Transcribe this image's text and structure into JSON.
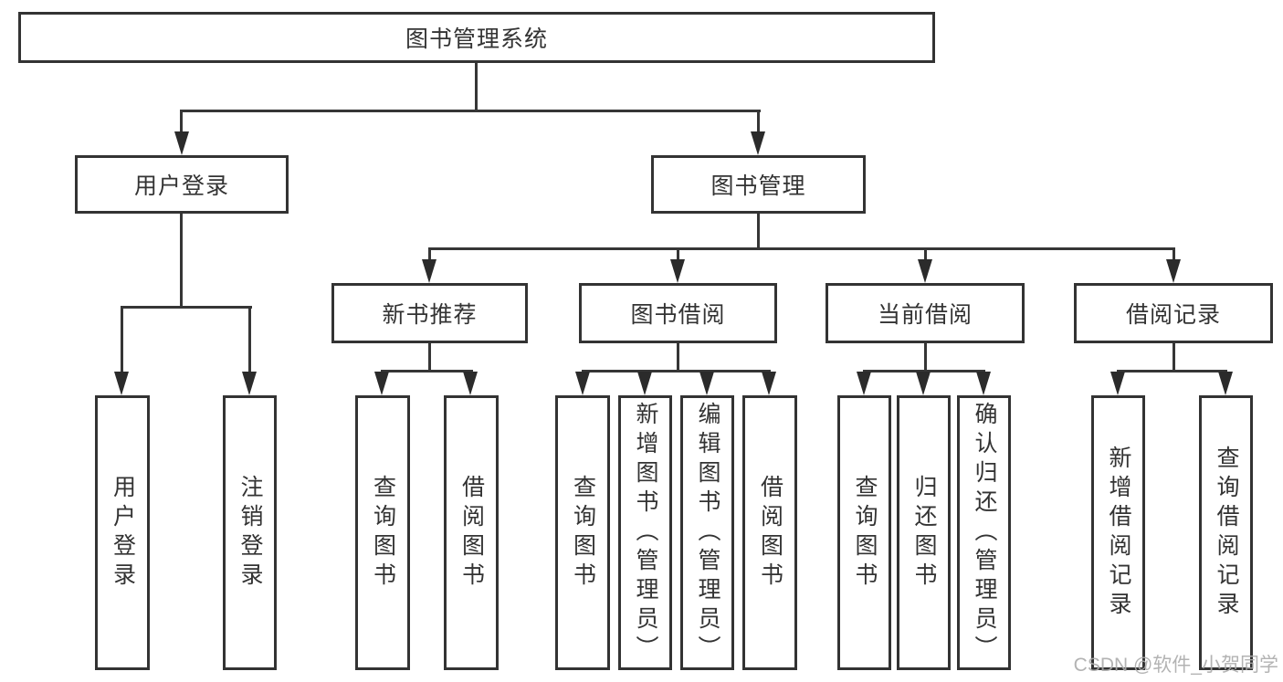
{
  "diagram": {
    "type": "hierarchy-diagram",
    "tree": {
      "label": "图书管理系统",
      "children": [
        {
          "label": "用户登录",
          "children": [
            {
              "label": "用户登录"
            },
            {
              "label": "注销登录"
            }
          ]
        },
        {
          "label": "图书管理",
          "children": [
            {
              "label": "新书推荐",
              "children": [
                {
                  "label": "查询图书"
                },
                {
                  "label": "借阅图书"
                }
              ]
            },
            {
              "label": "图书借阅",
              "children": [
                {
                  "label": "查询图书"
                },
                {
                  "label": "新增图书（管理员）"
                },
                {
                  "label": "编辑图书（管理员）"
                },
                {
                  "label": "借阅图书"
                }
              ]
            },
            {
              "label": "当前借阅",
              "children": [
                {
                  "label": "查询图书"
                },
                {
                  "label": "归还图书"
                },
                {
                  "label": "确认归还（管理员）"
                }
              ]
            },
            {
              "label": "借阅记录",
              "children": [
                {
                  "label": "新增借阅记录"
                },
                {
                  "label": "查询借阅记录"
                }
              ]
            }
          ]
        }
      ]
    }
  },
  "watermark": {
    "text": "CSDN @软件_小贺同学"
  },
  "colors": {
    "border_color": "#333333",
    "line_color": "#363636",
    "arrow_color": "#2b2b2b",
    "text_color": "#333333",
    "background_color": "#ffffff",
    "watermark_color": "#ababab"
  }
}
